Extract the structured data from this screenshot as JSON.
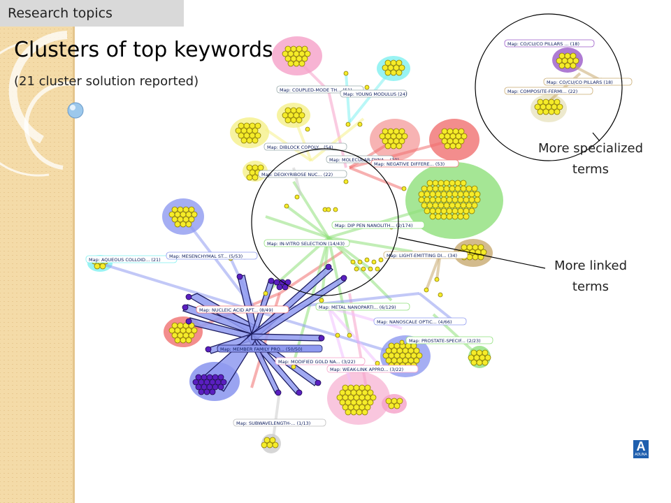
{
  "slide": {
    "tab_label": "Research topics",
    "title": "Clusters of top keywords",
    "subtitle": "(21 cluster solution reported)"
  },
  "annotations": {
    "specialized_line1": "More specialized",
    "specialized_line2": "terms",
    "linked_line1": "More linked",
    "linked_line2": "terms"
  },
  "logo": {
    "letter": "A",
    "text": "ADUNA"
  },
  "map_labels": [
    "Map: COUPLED-MODE TH... (51)",
    "Map: YOUNG MODULUS (24)",
    "Map: DIBLOCK COPOLY... (54)",
    "Map: MOLECULAR-DYNA... (10)",
    "Map: NEGATIVE DIFFERE... (53)",
    "Map: DEOXYRIBOSE NUC... (22)",
    "Map: DIP PEN NANOLITH... (2/174)",
    "Map: IN-VITRO SELECTION (14/43)",
    "Map: AQUEOUS COLLOID... (21)",
    "Map: MESENCHYMAL ST... (5/53)",
    "Map: LIGHT-EMITTING DI... (34)",
    "Map: NUCLEIC ACID APT... (8/49)",
    "Map: METAL NANOPARTI... (6/129)",
    "Map: NANOSCALE OPTIC... (4/66)",
    "Map: PROSTATE-SPECIF... (2/23)",
    "Map: MEMBER FAMILY PRO... (50/50)",
    "Map: MODIFIED GOLD NA... (3/22)",
    "Map: WEAK-LINK APPRO... (3/22)",
    "Map: SUBWAVELENGTH-... (1/13)",
    "Map: CO/CU/CO PILLARS ... (18)",
    "Map: CO/CU/CO PILLARS (18)",
    "Map: COMPOSITE-FERMI... (22)"
  ],
  "colors": {
    "yellow_node": "#f5ec2a",
    "purple_node": "#5a1fc0",
    "green": "#8fe07a",
    "blue": "#8f9af0",
    "pink": "#f5a0c8",
    "red": "#f07070",
    "cyan": "#7ff0f0",
    "tan": "#c8aa70",
    "sidebar": "#f4dba8",
    "logo": "#1f5fae"
  }
}
